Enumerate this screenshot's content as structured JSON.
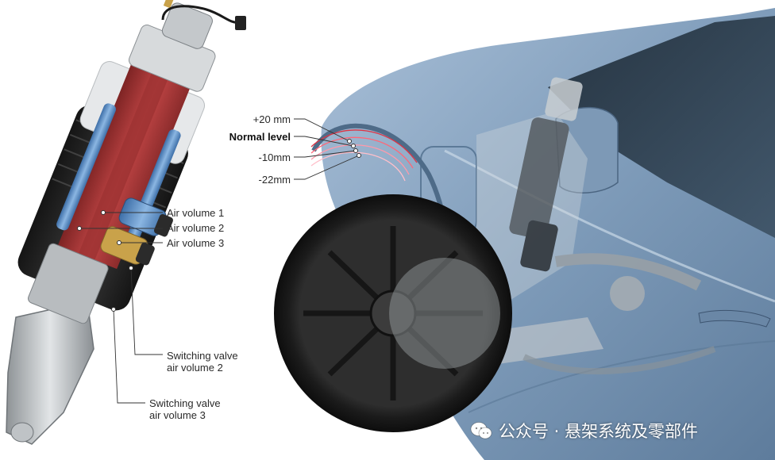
{
  "labels": {
    "air_volume_1": "Air volume 1",
    "air_volume_2": "Air volume 2",
    "air_volume_3": "Air volume 3",
    "switching_valve_2_line1": "Switching valve",
    "switching_valve_2_line2": "air volume 2",
    "switching_valve_3_line1": "Switching valve",
    "switching_valve_3_line2": "air volume 3"
  },
  "levels": {
    "plus20": "+20 mm",
    "normal": "Normal level",
    "minus10": "-10mm",
    "minus22": "-22mm"
  },
  "watermark": {
    "text": "公众号 · 悬架系统及零部件",
    "icon": "wechat-icon"
  },
  "colors": {
    "car_body": "#8aa6c2",
    "air_spring_red": "#b03a3a",
    "air_volume_blue": "#5b8fc8",
    "valve_gold": "#c9a24a"
  }
}
